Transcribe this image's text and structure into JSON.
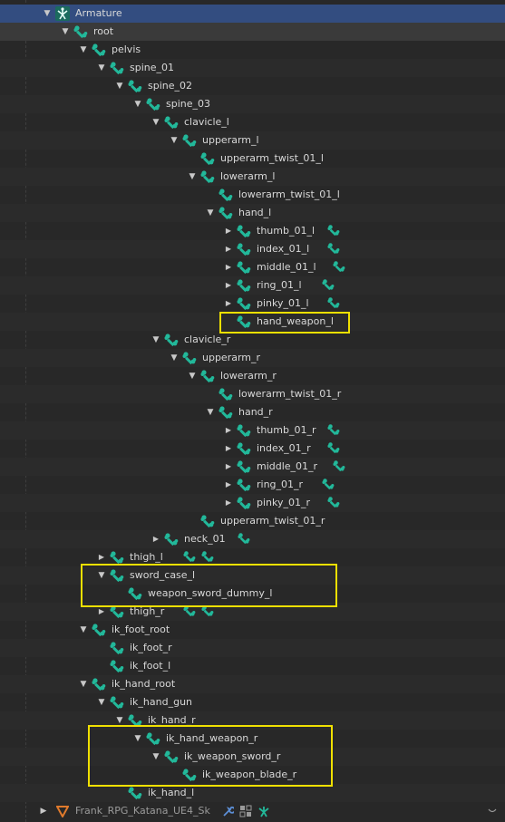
{
  "window": {
    "title": "Outliner"
  },
  "colors": {
    "bone": "#22b89a",
    "highlight": "#f0e000",
    "selected_row": "#334d80"
  },
  "tree": [
    {
      "label": "Armature",
      "depth": 0,
      "toggle": "open",
      "icon": "armature-icon",
      "selected": true,
      "extra": 0
    },
    {
      "label": "root",
      "depth": 1,
      "toggle": "open",
      "icon": "bone-icon",
      "extra": 0
    },
    {
      "label": "pelvis",
      "depth": 2,
      "toggle": "open",
      "icon": "bone-icon",
      "extra": 0
    },
    {
      "label": "spine_01",
      "depth": 3,
      "toggle": "open",
      "icon": "bone-icon",
      "extra": 0
    },
    {
      "label": "spine_02",
      "depth": 4,
      "toggle": "open",
      "icon": "bone-icon",
      "extra": 0
    },
    {
      "label": "spine_03",
      "depth": 5,
      "toggle": "open",
      "icon": "bone-icon",
      "extra": 0
    },
    {
      "label": "clavicle_l",
      "depth": 6,
      "toggle": "open",
      "icon": "bone-icon",
      "extra": 0
    },
    {
      "label": "upperarm_l",
      "depth": 7,
      "toggle": "open",
      "icon": "bone-icon",
      "extra": 0
    },
    {
      "label": "upperarm_twist_01_l",
      "depth": 8,
      "toggle": "none",
      "icon": "bone-icon",
      "extra": 0
    },
    {
      "label": "lowerarm_l",
      "depth": 8,
      "toggle": "open",
      "icon": "bone-icon",
      "extra": 0
    },
    {
      "label": "lowerarm_twist_01_l",
      "depth": 9,
      "toggle": "none",
      "icon": "bone-icon",
      "extra": 0
    },
    {
      "label": "hand_l",
      "depth": 9,
      "toggle": "open",
      "icon": "bone-icon",
      "extra": 0
    },
    {
      "label": "thumb_01_l",
      "depth": 10,
      "toggle": "closed",
      "icon": "bone-icon",
      "extra": 1
    },
    {
      "label": "index_01_l",
      "depth": 10,
      "toggle": "closed",
      "icon": "bone-icon",
      "extra": 1
    },
    {
      "label": "middle_01_l",
      "depth": 10,
      "toggle": "closed",
      "icon": "bone-icon",
      "extra": 1
    },
    {
      "label": "ring_01_l",
      "depth": 10,
      "toggle": "closed",
      "icon": "bone-icon",
      "extra": 1
    },
    {
      "label": "pinky_01_l",
      "depth": 10,
      "toggle": "closed",
      "icon": "bone-icon",
      "extra": 1
    },
    {
      "label": "hand_weapon_l",
      "depth": 10,
      "toggle": "none",
      "icon": "bone-icon",
      "extra": 0
    },
    {
      "label": "clavicle_r",
      "depth": 6,
      "toggle": "open",
      "icon": "bone-icon",
      "extra": 0
    },
    {
      "label": "upperarm_r",
      "depth": 7,
      "toggle": "open",
      "icon": "bone-icon",
      "extra": 0
    },
    {
      "label": "lowerarm_r",
      "depth": 8,
      "toggle": "open",
      "icon": "bone-icon",
      "extra": 0
    },
    {
      "label": "lowerarm_twist_01_r",
      "depth": 9,
      "toggle": "none",
      "icon": "bone-icon",
      "extra": 0
    },
    {
      "label": "hand_r",
      "depth": 9,
      "toggle": "open",
      "icon": "bone-icon",
      "extra": 0
    },
    {
      "label": "thumb_01_r",
      "depth": 10,
      "toggle": "closed",
      "icon": "bone-icon",
      "extra": 1
    },
    {
      "label": "index_01_r",
      "depth": 10,
      "toggle": "closed",
      "icon": "bone-icon",
      "extra": 1
    },
    {
      "label": "middle_01_r",
      "depth": 10,
      "toggle": "closed",
      "icon": "bone-icon",
      "extra": 1
    },
    {
      "label": "ring_01_r",
      "depth": 10,
      "toggle": "closed",
      "icon": "bone-icon",
      "extra": 1
    },
    {
      "label": "pinky_01_r",
      "depth": 10,
      "toggle": "closed",
      "icon": "bone-icon",
      "extra": 1
    },
    {
      "label": "upperarm_twist_01_r",
      "depth": 8,
      "toggle": "none",
      "icon": "bone-icon",
      "extra": 0
    },
    {
      "label": "neck_01",
      "depth": 6,
      "toggle": "closed",
      "icon": "bone-icon",
      "extra": 1
    },
    {
      "label": "thigh_l",
      "depth": 3,
      "toggle": "closed",
      "icon": "bone-icon",
      "extra": 2
    },
    {
      "label": "sword_case_l",
      "depth": 3,
      "toggle": "open",
      "icon": "bone-icon",
      "extra": 0
    },
    {
      "label": "weapon_sword_dummy_l",
      "depth": 4,
      "toggle": "none",
      "icon": "bone-icon",
      "extra": 0
    },
    {
      "label": "thigh_r",
      "depth": 3,
      "toggle": "closed",
      "icon": "bone-icon",
      "extra": 2
    },
    {
      "label": "ik_foot_root",
      "depth": 2,
      "toggle": "open",
      "icon": "bone-icon",
      "extra": 0
    },
    {
      "label": "ik_foot_r",
      "depth": 3,
      "toggle": "none",
      "icon": "bone-icon",
      "extra": 0
    },
    {
      "label": "ik_foot_l",
      "depth": 3,
      "toggle": "none",
      "icon": "bone-icon",
      "extra": 0
    },
    {
      "label": "ik_hand_root",
      "depth": 2,
      "toggle": "open",
      "icon": "bone-icon",
      "extra": 0
    },
    {
      "label": "ik_hand_gun",
      "depth": 3,
      "toggle": "open",
      "icon": "bone-icon",
      "extra": 0
    },
    {
      "label": "ik_hand_r",
      "depth": 4,
      "toggle": "open",
      "icon": "bone-icon",
      "extra": 0
    },
    {
      "label": "ik_hand_weapon_r",
      "depth": 5,
      "toggle": "open",
      "icon": "bone-icon",
      "extra": 0
    },
    {
      "label": "ik_weapon_sword_r",
      "depth": 6,
      "toggle": "open",
      "icon": "bone-icon",
      "extra": 0
    },
    {
      "label": "ik_weapon_blade_r",
      "depth": 7,
      "toggle": "none",
      "icon": "bone-icon",
      "extra": 0
    },
    {
      "label": "ik_hand_l",
      "depth": 4,
      "toggle": "none",
      "icon": "bone-icon",
      "extra": 0
    }
  ],
  "footer": {
    "label": "Frank_RPG_Katana_UE4_Sk",
    "icons": [
      "wrench-icon",
      "vertex-groups-icon",
      "armature-data-icon"
    ]
  },
  "highlights": [
    "hand_weapon_l",
    "sword_case_l",
    "ik_hand_weapon_r"
  ]
}
